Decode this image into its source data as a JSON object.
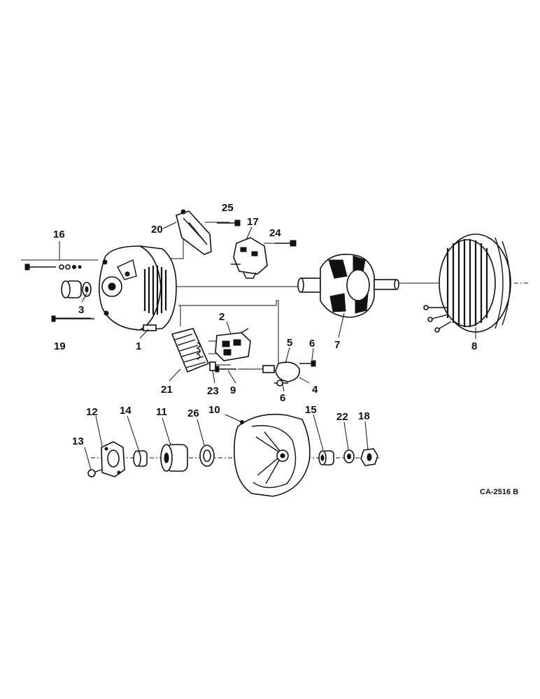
{
  "figure_code": "CA-2516 B",
  "callouts": [
    "1",
    "2",
    "3",
    "4",
    "5",
    "6",
    "6",
    "7",
    "8",
    "9",
    "10",
    "11",
    "12",
    "13",
    "14",
    "15",
    "16",
    "17",
    "18",
    "19",
    "20",
    "21",
    "22",
    "23",
    "24",
    "25",
    "26"
  ],
  "icons": {
    "drive_end_frame": "drive-end-frame-icon",
    "rotor": "rotor-icon",
    "stator": "stator-icon",
    "slip_ring_end_frame": "slip-ring-end-frame-icon",
    "rectifier_bridge": "rectifier-bridge-icon",
    "regulator": "regulator-icon",
    "brush_holder": "brush-holder-icon",
    "bracket": "bracket-icon",
    "bearing": "bearing-icon",
    "washer": "washer-icon",
    "nut": "nut-icon",
    "bolt": "bolt-icon",
    "retainer_plate": "retainer-plate-icon"
  }
}
